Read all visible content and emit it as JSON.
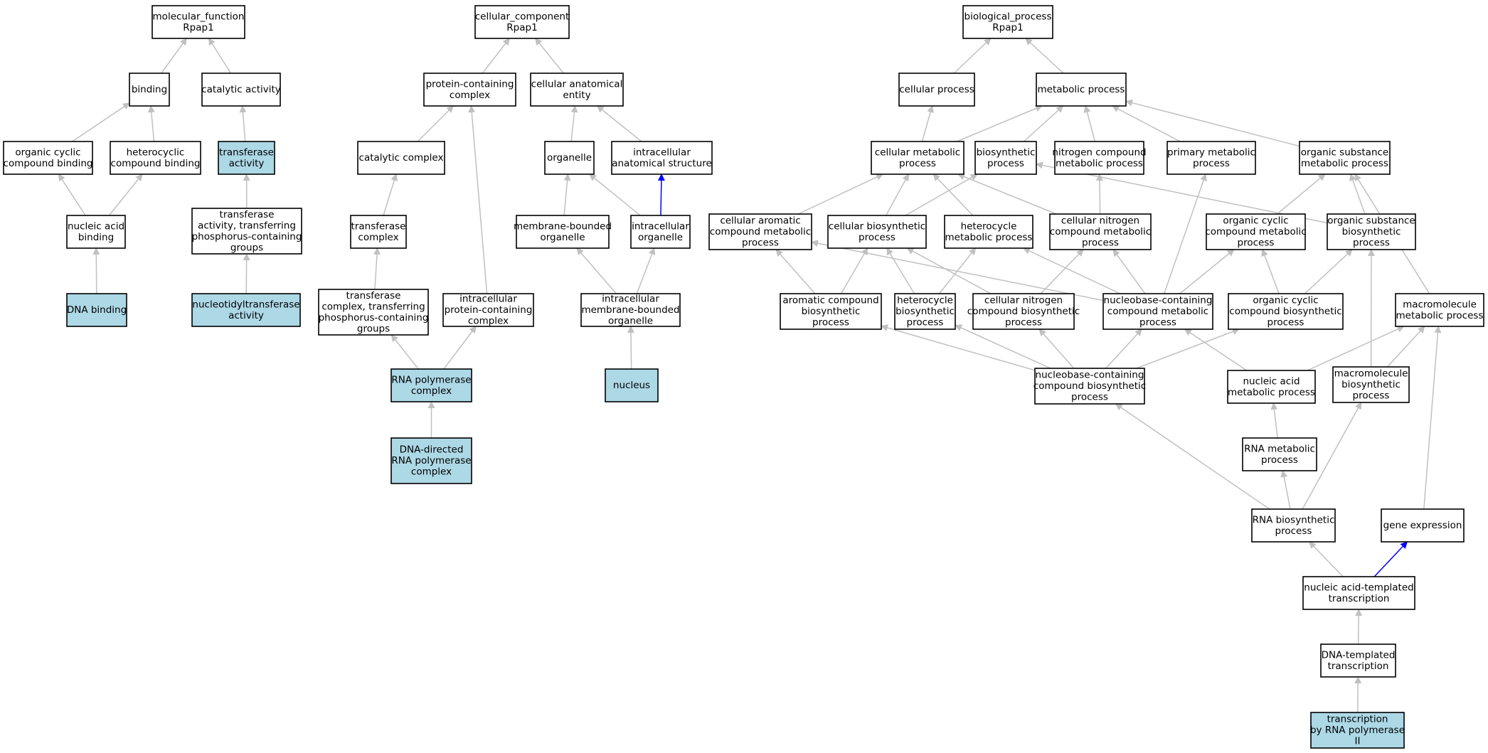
{
  "colors": {
    "annotated_fill": "#add8e6",
    "plain_fill": "#ffffff",
    "edge_gray": "#c0c0c0",
    "edge_blue": "#0000ff",
    "border": "#000000"
  },
  "nodes": [
    {
      "id": "mf",
      "lines": [
        "molecular_function",
        "Rpap1"
      ],
      "annotated": false
    },
    {
      "id": "binding",
      "lines": [
        "binding"
      ],
      "annotated": false
    },
    {
      "id": "catalytic",
      "lines": [
        "catalytic activity"
      ],
      "annotated": false
    },
    {
      "id": "ocb",
      "lines": [
        "organic cyclic",
        "compound binding"
      ],
      "annotated": false
    },
    {
      "id": "hcb",
      "lines": [
        "heterocyclic",
        "compound binding"
      ],
      "annotated": false
    },
    {
      "id": "transferase",
      "lines": [
        "transferase",
        "activity"
      ],
      "annotated": true
    },
    {
      "id": "nab",
      "lines": [
        "nucleic acid",
        "binding"
      ],
      "annotated": false
    },
    {
      "id": "tphos",
      "lines": [
        "transferase",
        "activity, transferring",
        "phosphorus-containing",
        "groups"
      ],
      "annotated": false
    },
    {
      "id": "dnab",
      "lines": [
        "DNA binding"
      ],
      "annotated": true
    },
    {
      "id": "ntt",
      "lines": [
        "nucleotidyltransferase",
        "activity"
      ],
      "annotated": true
    },
    {
      "id": "cc",
      "lines": [
        "cellular_component",
        "Rpap1"
      ],
      "annotated": false
    },
    {
      "id": "pcc",
      "lines": [
        "protein-containing",
        "complex"
      ],
      "annotated": false
    },
    {
      "id": "cae",
      "lines": [
        "cellular anatomical",
        "entity"
      ],
      "annotated": false
    },
    {
      "id": "catcx",
      "lines": [
        "catalytic complex"
      ],
      "annotated": false
    },
    {
      "id": "organelle",
      "lines": [
        "organelle"
      ],
      "annotated": false
    },
    {
      "id": "ias",
      "lines": [
        "intracellular",
        "anatomical structure"
      ],
      "annotated": false
    },
    {
      "id": "tcx",
      "lines": [
        "transferase",
        "complex"
      ],
      "annotated": false
    },
    {
      "id": "mbo",
      "lines": [
        "membrane-bounded",
        "organelle"
      ],
      "annotated": false
    },
    {
      "id": "io",
      "lines": [
        "intracellular",
        "organelle"
      ],
      "annotated": false
    },
    {
      "id": "tcxp",
      "lines": [
        "transferase",
        "complex, transferring",
        "phosphorus-containing",
        "groups"
      ],
      "annotated": false
    },
    {
      "id": "ipcc",
      "lines": [
        "intracellular",
        "protein-containing",
        "complex"
      ],
      "annotated": false
    },
    {
      "id": "imbo",
      "lines": [
        "intracellular",
        "membrane-bounded",
        "organelle"
      ],
      "annotated": false
    },
    {
      "id": "rnapc",
      "lines": [
        "RNA polymerase",
        "complex"
      ],
      "annotated": true
    },
    {
      "id": "nucleus",
      "lines": [
        "nucleus"
      ],
      "annotated": true
    },
    {
      "id": "ddrnap",
      "lines": [
        "DNA-directed",
        "RNA polymerase",
        "complex"
      ],
      "annotated": true
    },
    {
      "id": "bp",
      "lines": [
        "biological_process",
        "Rpap1"
      ],
      "annotated": false
    },
    {
      "id": "cp",
      "lines": [
        "cellular process"
      ],
      "annotated": false
    },
    {
      "id": "mp",
      "lines": [
        "metabolic process"
      ],
      "annotated": false
    },
    {
      "id": "cmp",
      "lines": [
        "cellular metabolic",
        "process"
      ],
      "annotated": false
    },
    {
      "id": "bsp",
      "lines": [
        "biosynthetic",
        "process"
      ],
      "annotated": false
    },
    {
      "id": "ncmp",
      "lines": [
        "nitrogen compound",
        "metabolic process"
      ],
      "annotated": false
    },
    {
      "id": "pmp",
      "lines": [
        "primary metabolic",
        "process"
      ],
      "annotated": false
    },
    {
      "id": "osmp",
      "lines": [
        "organic substance",
        "metabolic process"
      ],
      "annotated": false
    },
    {
      "id": "cacmp",
      "lines": [
        "cellular aromatic",
        "compound metabolic",
        "process"
      ],
      "annotated": false
    },
    {
      "id": "cbp",
      "lines": [
        "cellular biosynthetic",
        "process"
      ],
      "annotated": false
    },
    {
      "id": "hmp",
      "lines": [
        "heterocycle",
        "metabolic process"
      ],
      "annotated": false
    },
    {
      "id": "cncmp",
      "lines": [
        "cellular nitrogen",
        "compound metabolic",
        "process"
      ],
      "annotated": false
    },
    {
      "id": "occmp",
      "lines": [
        "organic cyclic",
        "compound metabolic",
        "process"
      ],
      "annotated": false
    },
    {
      "id": "osbp",
      "lines": [
        "organic substance",
        "biosynthetic",
        "process"
      ],
      "annotated": false
    },
    {
      "id": "acbp",
      "lines": [
        "aromatic compound",
        "biosynthetic",
        "process"
      ],
      "annotated": false
    },
    {
      "id": "hbp",
      "lines": [
        "heterocycle",
        "biosynthetic",
        "process"
      ],
      "annotated": false
    },
    {
      "id": "cncbp",
      "lines": [
        "cellular nitrogen",
        "compound biosynthetic",
        "process"
      ],
      "annotated": false
    },
    {
      "id": "nbcmp",
      "lines": [
        "nucleobase-containing",
        "compound metabolic",
        "process"
      ],
      "annotated": false
    },
    {
      "id": "occbp",
      "lines": [
        "organic cyclic",
        "compound biosynthetic",
        "process"
      ],
      "annotated": false
    },
    {
      "id": "mmp",
      "lines": [
        "macromolecule",
        "metabolic process"
      ],
      "annotated": false
    },
    {
      "id": "nbcbp",
      "lines": [
        "nucleobase-containing",
        "compound biosynthetic",
        "process"
      ],
      "annotated": false
    },
    {
      "id": "namp",
      "lines": [
        "nucleic acid",
        "metabolic process"
      ],
      "annotated": false
    },
    {
      "id": "mbsp",
      "lines": [
        "macromolecule",
        "biosynthetic",
        "process"
      ],
      "annotated": false
    },
    {
      "id": "rmp",
      "lines": [
        "RNA metabolic",
        "process"
      ],
      "annotated": false
    },
    {
      "id": "rbp",
      "lines": [
        "RNA biosynthetic",
        "process"
      ],
      "annotated": false
    },
    {
      "id": "ge",
      "lines": [
        "gene expression"
      ],
      "annotated": false
    },
    {
      "id": "natt",
      "lines": [
        "nucleic acid-templated",
        "transcription"
      ],
      "annotated": false
    },
    {
      "id": "dtt",
      "lines": [
        "DNA-templated",
        "transcription"
      ],
      "annotated": false
    },
    {
      "id": "trp2",
      "lines": [
        "transcription",
        "by RNA polymerase",
        "II"
      ],
      "annotated": true
    }
  ],
  "edges": [
    {
      "from": "binding",
      "to": "mf",
      "color": "gray"
    },
    {
      "from": "catalytic",
      "to": "mf",
      "color": "gray"
    },
    {
      "from": "ocb",
      "to": "binding",
      "color": "gray"
    },
    {
      "from": "hcb",
      "to": "binding",
      "color": "gray"
    },
    {
      "from": "transferase",
      "to": "catalytic",
      "color": "gray"
    },
    {
      "from": "nab",
      "to": "ocb",
      "color": "gray"
    },
    {
      "from": "nab",
      "to": "hcb",
      "color": "gray"
    },
    {
      "from": "tphos",
      "to": "transferase",
      "color": "gray"
    },
    {
      "from": "dnab",
      "to": "nab",
      "color": "gray"
    },
    {
      "from": "ntt",
      "to": "tphos",
      "color": "gray"
    },
    {
      "from": "pcc",
      "to": "cc",
      "color": "gray"
    },
    {
      "from": "cae",
      "to": "cc",
      "color": "gray"
    },
    {
      "from": "catcx",
      "to": "pcc",
      "color": "gray"
    },
    {
      "from": "organelle",
      "to": "cae",
      "color": "gray"
    },
    {
      "from": "ias",
      "to": "cae",
      "color": "gray"
    },
    {
      "from": "tcx",
      "to": "catcx",
      "color": "gray"
    },
    {
      "from": "mbo",
      "to": "organelle",
      "color": "gray"
    },
    {
      "from": "io",
      "to": "organelle",
      "color": "gray"
    },
    {
      "from": "io",
      "to": "ias",
      "color": "blue"
    },
    {
      "from": "tcxp",
      "to": "tcx",
      "color": "gray"
    },
    {
      "from": "ipcc",
      "to": "pcc",
      "color": "gray"
    },
    {
      "from": "imbo",
      "to": "mbo",
      "color": "gray"
    },
    {
      "from": "imbo",
      "to": "io",
      "color": "gray"
    },
    {
      "from": "rnapc",
      "to": "tcxp",
      "color": "gray"
    },
    {
      "from": "rnapc",
      "to": "ipcc",
      "color": "gray"
    },
    {
      "from": "nucleus",
      "to": "imbo",
      "color": "gray"
    },
    {
      "from": "ddrnap",
      "to": "rnapc",
      "color": "gray"
    },
    {
      "from": "cp",
      "to": "bp",
      "color": "gray"
    },
    {
      "from": "mp",
      "to": "bp",
      "color": "gray"
    },
    {
      "from": "cmp",
      "to": "cp",
      "color": "gray"
    },
    {
      "from": "cmp",
      "to": "mp",
      "color": "gray"
    },
    {
      "from": "bsp",
      "to": "mp",
      "color": "gray"
    },
    {
      "from": "ncmp",
      "to": "mp",
      "color": "gray"
    },
    {
      "from": "pmp",
      "to": "mp",
      "color": "gray"
    },
    {
      "from": "osmp",
      "to": "mp",
      "color": "gray"
    },
    {
      "from": "cacmp",
      "to": "cmp",
      "color": "gray"
    },
    {
      "from": "cbp",
      "to": "cmp",
      "color": "gray"
    },
    {
      "from": "cbp",
      "to": "bsp",
      "color": "gray"
    },
    {
      "from": "hmp",
      "to": "cmp",
      "color": "gray"
    },
    {
      "from": "cncmp",
      "to": "cmp",
      "color": "gray"
    },
    {
      "from": "cncmp",
      "to": "ncmp",
      "color": "gray"
    },
    {
      "from": "occmp",
      "to": "osmp",
      "color": "gray"
    },
    {
      "from": "osbp",
      "to": "osmp",
      "color": "gray"
    },
    {
      "from": "osbp",
      "to": "bsp",
      "color": "gray"
    },
    {
      "from": "acbp",
      "to": "cacmp",
      "color": "gray"
    },
    {
      "from": "acbp",
      "to": "cbp",
      "color": "gray"
    },
    {
      "from": "hbp",
      "to": "cbp",
      "color": "gray"
    },
    {
      "from": "hbp",
      "to": "hmp",
      "color": "gray"
    },
    {
      "from": "cncbp",
      "to": "cbp",
      "color": "gray"
    },
    {
      "from": "cncbp",
      "to": "cncmp",
      "color": "gray"
    },
    {
      "from": "nbcmp",
      "to": "cacmp",
      "color": "gray"
    },
    {
      "from": "nbcmp",
      "to": "hmp",
      "color": "gray"
    },
    {
      "from": "nbcmp",
      "to": "cncmp",
      "color": "gray"
    },
    {
      "from": "nbcmp",
      "to": "occmp",
      "color": "gray"
    },
    {
      "from": "nbcmp",
      "to": "pmp",
      "color": "gray"
    },
    {
      "from": "occbp",
      "to": "occmp",
      "color": "gray"
    },
    {
      "from": "occbp",
      "to": "osbp",
      "color": "gray"
    },
    {
      "from": "mmp",
      "to": "osmp",
      "color": "gray"
    },
    {
      "from": "nbcbp",
      "to": "acbp",
      "color": "gray"
    },
    {
      "from": "nbcbp",
      "to": "hbp",
      "color": "gray"
    },
    {
      "from": "nbcbp",
      "to": "cncbp",
      "color": "gray"
    },
    {
      "from": "nbcbp",
      "to": "nbcmp",
      "color": "gray"
    },
    {
      "from": "nbcbp",
      "to": "occbp",
      "color": "gray"
    },
    {
      "from": "namp",
      "to": "nbcmp",
      "color": "gray"
    },
    {
      "from": "namp",
      "to": "mmp",
      "color": "gray"
    },
    {
      "from": "mbsp",
      "to": "osbp",
      "color": "gray"
    },
    {
      "from": "mbsp",
      "to": "mmp",
      "color": "gray"
    },
    {
      "from": "rmp",
      "to": "namp",
      "color": "gray"
    },
    {
      "from": "rbp",
      "to": "nbcbp",
      "color": "gray"
    },
    {
      "from": "rbp",
      "to": "rmp",
      "color": "gray"
    },
    {
      "from": "rbp",
      "to": "mbsp",
      "color": "gray"
    },
    {
      "from": "ge",
      "to": "mmp",
      "color": "gray"
    },
    {
      "from": "natt",
      "to": "rbp",
      "color": "gray"
    },
    {
      "from": "natt",
      "to": "ge",
      "color": "blue"
    },
    {
      "from": "dtt",
      "to": "natt",
      "color": "gray"
    },
    {
      "from": "trp2",
      "to": "dtt",
      "color": "gray"
    }
  ]
}
